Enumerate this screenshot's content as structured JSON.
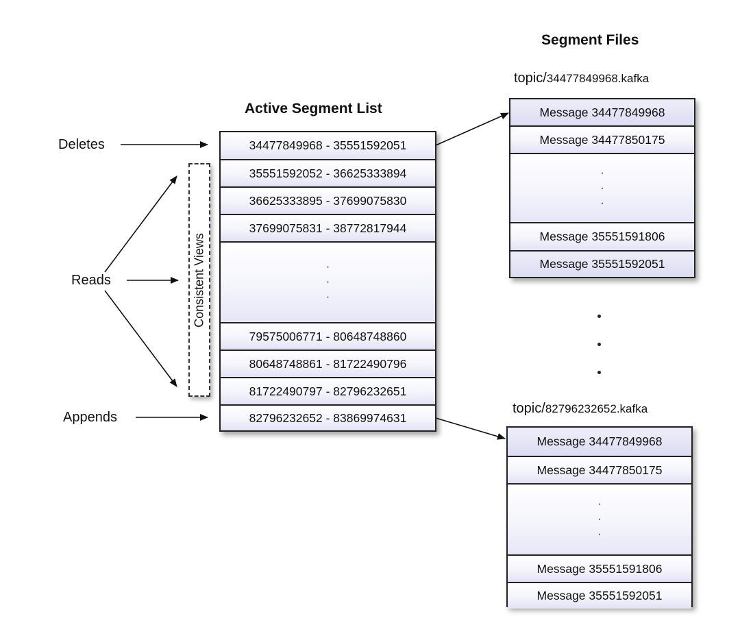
{
  "titles": {
    "segment_files": "Segment Files",
    "active_segment_list": "Active Segment List"
  },
  "labels": {
    "deletes": "Deletes",
    "reads": "Reads",
    "appends": "Appends",
    "consistent_views": "Consistent Views"
  },
  "active_segment_list": {
    "ranges": [
      "34477849968 - 35551592051",
      "35551592052 - 36625333894",
      "36625333895 - 37699075830",
      "37699075831 - 38772817944",
      "79575006771 - 80648748860",
      "80648748861 - 81722490796",
      "81722490797 - 82796232651",
      "82796232652 - 83869974631"
    ]
  },
  "segment_files": [
    {
      "prefix": "topic/",
      "offset": "34477849968",
      "suffix": ".kafka",
      "messages": [
        "Message 34477849968",
        "Message 34477850175",
        "Message 35551591806",
        "Message 35551592051"
      ]
    },
    {
      "prefix": "topic/",
      "offset": "82796232652",
      "suffix": ".kafka",
      "messages": [
        "Message 34477849968",
        "Message 34477850175",
        "Message 35551591806",
        "Message 35551592051"
      ]
    }
  ]
}
